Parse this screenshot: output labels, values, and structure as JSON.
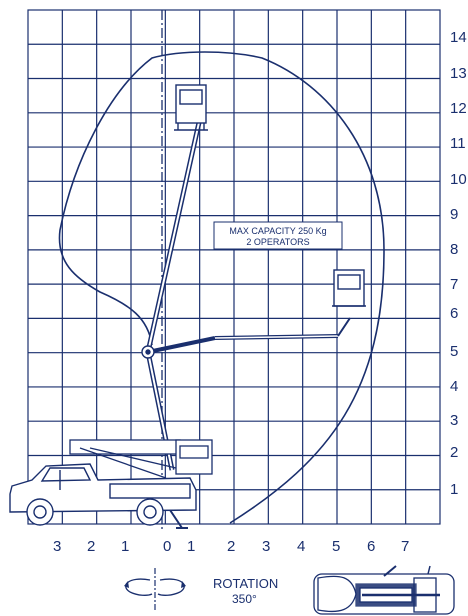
{
  "diagram": {
    "y_axis_labels": [
      "14",
      "13",
      "12",
      "11",
      "10",
      "9",
      "8",
      "7",
      "6",
      "5",
      "4",
      "3",
      "2",
      "1"
    ],
    "x_axis_labels": [
      "3",
      "2",
      "1",
      "0",
      "1",
      "2",
      "3",
      "4",
      "5",
      "6",
      "7"
    ],
    "capacity_note": {
      "line1": "MAX  CAPACITY 250 Kg",
      "line2": "2 OPERATORS"
    },
    "rotation": {
      "title": "ROTATION",
      "value": "350°"
    },
    "colors": {
      "ink": "#1a2f6e",
      "grid": "#1a2f6e",
      "background": "#ffffff"
    }
  }
}
